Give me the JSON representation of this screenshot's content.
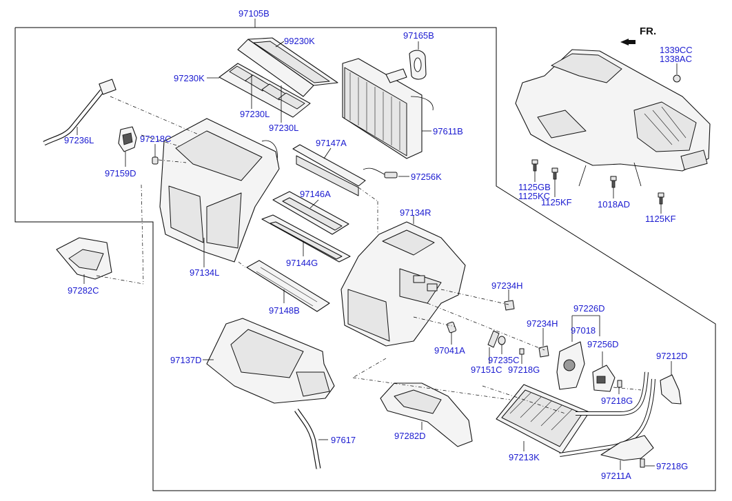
{
  "diagram": {
    "direction_label": "FR.",
    "labels": {
      "p97105B": "97105B",
      "p99230K": "99230K",
      "p97165B": "97165B",
      "p97230K": "97230K",
      "p97230L_a": "97230L",
      "p97230L_b": "97230L",
      "p97611B": "97611B",
      "p97236L": "97236L",
      "p97218C": "97218C",
      "p97159D": "97159D",
      "p97147A": "97147A",
      "p97256K": "97256K",
      "p97146A": "97146A",
      "p97134R": "97134R",
      "p97282C": "97282C",
      "p97134L": "97134L",
      "p97144G": "97144G",
      "p97148B": "97148B",
      "p97234H_a": "97234H",
      "p97226D": "97226D",
      "p97234H_b": "97234H",
      "p97018": "97018",
      "p97256D": "97256D",
      "p97212D": "97212D",
      "p97137D": "97137D",
      "p97041A": "97041A",
      "p97235C": "97235C",
      "p97151C": "97151C",
      "p97218G_a": "97218G",
      "p97218G_b": "97218G",
      "p97617": "97617",
      "p97282D": "97282D",
      "p97213K": "97213K",
      "p97211A": "97211A",
      "p97218G_c": "97218G",
      "p1339CC": "1339CC",
      "p1338AC": "1338AC",
      "p1125GB": "1125GB",
      "p1125KC": "1125KC",
      "p1125KF_a": "1125KF",
      "p1018AD": "1018AD",
      "p1125KF_b": "1125KF"
    }
  }
}
